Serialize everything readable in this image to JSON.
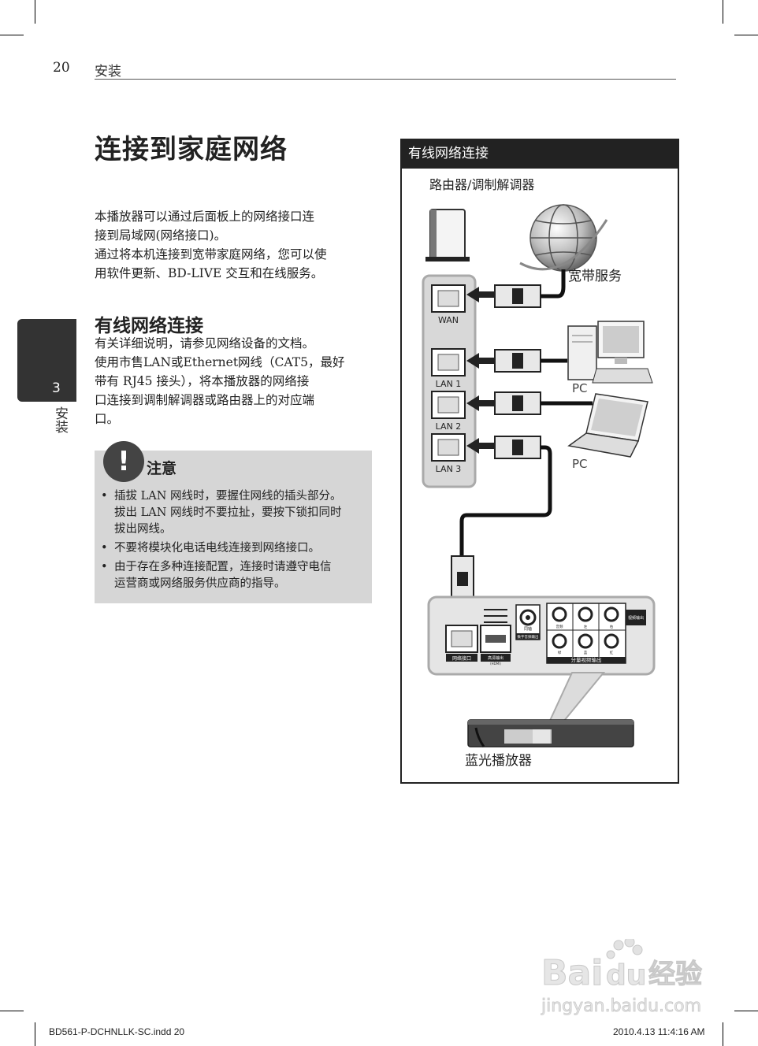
{
  "header": {
    "page_number": "20",
    "section": "安装"
  },
  "side_tab": {
    "number": "3",
    "label": "安装"
  },
  "main_title": "连接到家庭网络",
  "intro": [
    "本播放器可以通过后面板上的网络接口连",
    "接到局域网(网络接口)。",
    "通过将本机连接到宽带家庭网络，您可以使",
    "用软件更新、BD-LIVE 交互和在线服务。"
  ],
  "sub_title": "有线网络连接",
  "wired_desc": [
    "有关详细说明，请参见网络设备的文档。",
    "使用市售LAN或Ethernet网线（CAT5，最好",
    "带有 RJ45 接头），将本播放器的网络接",
    "口连接到调制解调器或路由器上的对应端",
    "口。"
  ],
  "caution": {
    "title": "注意",
    "icon": "exclamation-icon",
    "items": [
      [
        "插拔 LAN 网线时，要握住网线的插头部分。",
        "拔出 LAN 网线时不要拉扯，要按下锁扣同时",
        "拔出网线。"
      ],
      [
        "不要将模块化电话电线连接到网络接口。"
      ],
      [
        "由于存在多种连接配置，连接时请遵守电信",
        "运营商或网络服务供应商的指导。"
      ]
    ]
  },
  "diagram": {
    "title": "有线网络连接",
    "router_label": "路由器/调制解调器",
    "broadband_label": "宽带服务",
    "pc1_label": "PC",
    "pc2_label": "PC",
    "ports": [
      "WAN",
      "LAN 1",
      "LAN 2",
      "LAN 3"
    ],
    "player_label": "蓝光播放器",
    "panel_labels": {
      "network": "网络接口",
      "hdmi": "高清输出",
      "hdmi_sub": "(HDMI)",
      "coax_top": "同轴",
      "coax": "数字音频输出",
      "video_out": "视频输出",
      "component": "分量视频输出",
      "audio_l": "左",
      "audio_r": "右",
      "audio_type": "音频",
      "comp_y": "绿",
      "comp_pb": "蓝",
      "comp_pr": "红"
    },
    "colors": {
      "cable": "#111111",
      "panel": "#e5e5e5",
      "highlight": "#d8d8d8"
    }
  },
  "footer": {
    "file": "BD561-P-DCHNLLK-SC.indd   20",
    "date": "2010.4.13   11:4:16 AM"
  },
  "watermark": {
    "brand": "Bai",
    "brand2": "du",
    "brand3": "经验",
    "url": "jingyan.baidu.com"
  }
}
